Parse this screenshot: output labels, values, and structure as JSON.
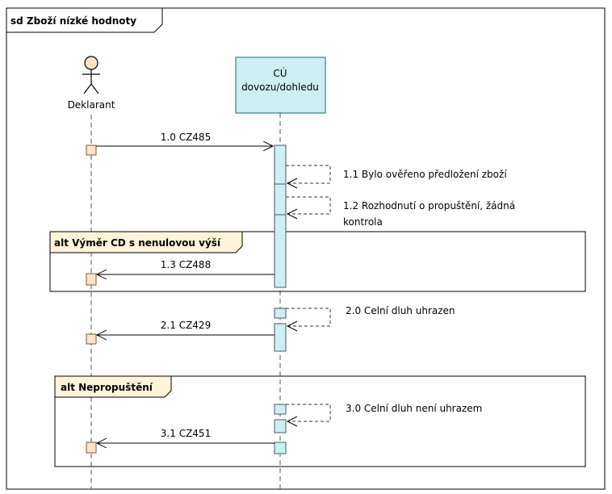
{
  "diagram": {
    "title": "sd Zboží nízké hodnoty",
    "actor": {
      "label": "Deklarant"
    },
    "system": {
      "label_line1": "CÚ",
      "label_line2": "dovozu/dohledu"
    },
    "fragments": [
      {
        "label": "alt Výměr CD s nenulovou výší"
      },
      {
        "label": "alt Nepropuštění"
      }
    ],
    "messages": {
      "m1_0": "1.0 CZ485",
      "m1_1": "1.1 Bylo ověřeno předložení zboží",
      "m1_2_line1": "1.2 Rozhodnutí o propuštění, žádná",
      "m1_2_line2": "kontrola",
      "m1_3": "1.3 CZ488",
      "m2_0": "2.0 Celní dluh uhrazen",
      "m2_1": "2.1 CZ429",
      "m3_0": "3.0 Celní dluh není uhrazem",
      "m3_1": "3.1 CZ451"
    }
  },
  "colors": {
    "activation_fill": "#cdeff2",
    "actor_activation_fill": "#fbe4c6",
    "fragment_tab_fill": "#fff4d9"
  }
}
